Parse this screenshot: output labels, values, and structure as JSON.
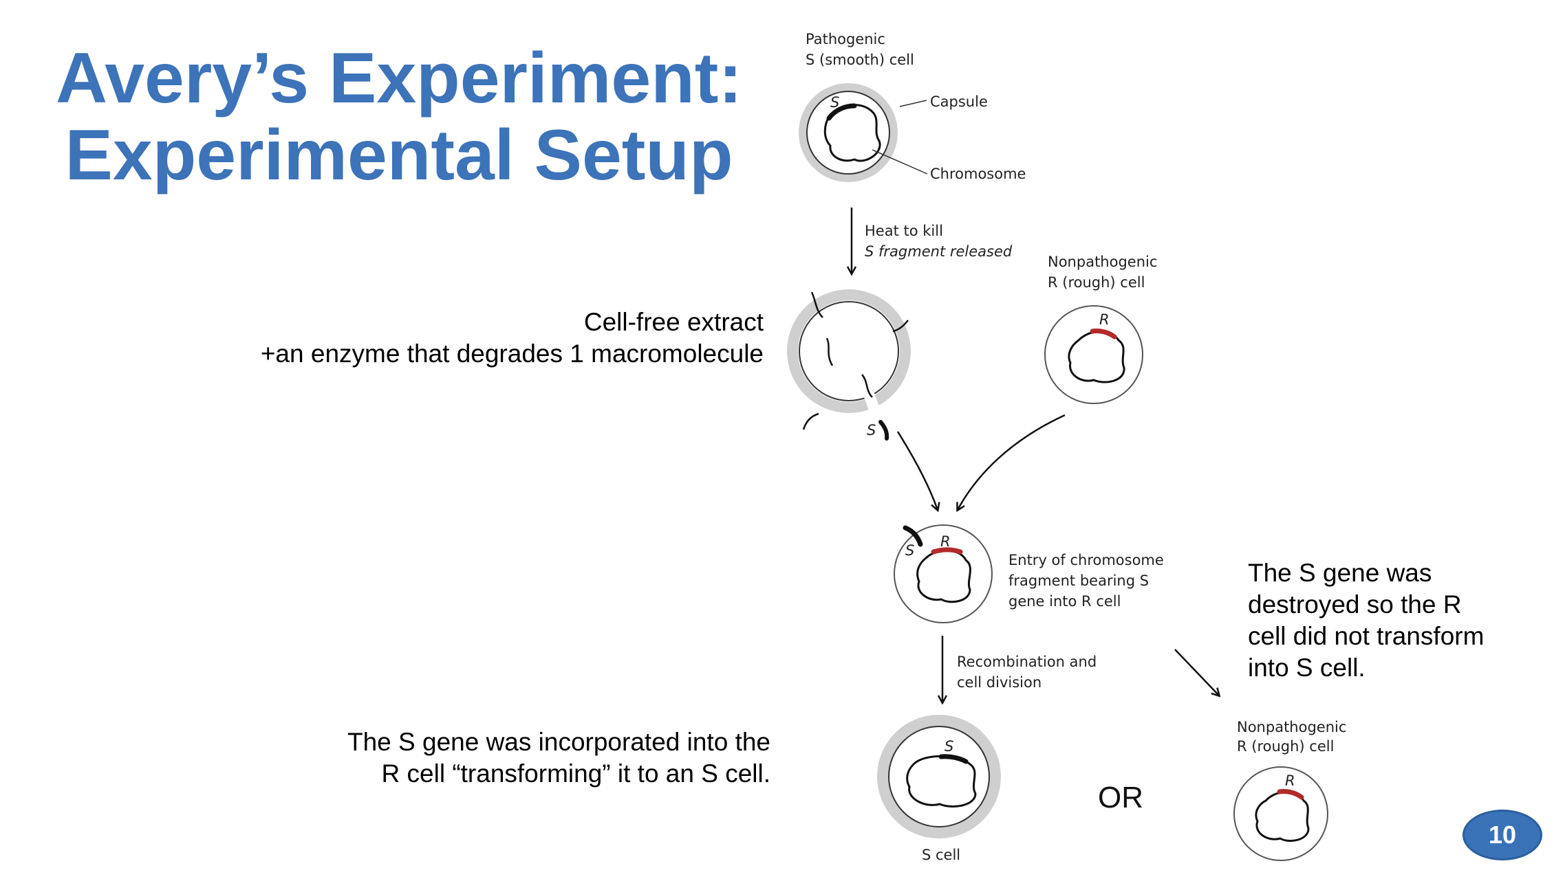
{
  "title": {
    "line1": "Avery’s Experiment:",
    "line2": "Experimental Setup"
  },
  "notes": {
    "extract_line1": "Cell-free extract",
    "extract_line2": "+an enzyme that degrades 1 macromolecule",
    "incorporated_line1": "The S gene was incorporated into the",
    "incorporated_line2": "R cell “transforming” it to an S cell.",
    "destroyed_line1": "The S gene was",
    "destroyed_line2": "destroyed so the R",
    "destroyed_line3": "cell did not transform",
    "destroyed_line4": "into S cell.",
    "or": "OR"
  },
  "diagram": {
    "pathogenic_line1": "Pathogenic",
    "pathogenic_line2": "S (smooth) cell",
    "capsule": "Capsule",
    "chromosome": "Chromosome",
    "heat_line1": "Heat to kill",
    "heat_line2": "S fragment released",
    "nonpath_line1": "Nonpathogenic",
    "nonpath_line2": "R (rough) cell",
    "entry_line1": "Entry of chromosome",
    "entry_line2": "fragment bearing S",
    "entry_line3": "gene into R cell",
    "recomb_line1": "Recombination and",
    "recomb_line2": "cell division",
    "s_cell": "S cell",
    "nonpath2_line1": "Nonpathogenic",
    "nonpath2_line2": "R (rough) cell",
    "gene_s": "S",
    "gene_r": "R"
  },
  "colors": {
    "title": "#3d73b8",
    "r_gene": "#b22a2a",
    "capsule": "#cfcfcf"
  },
  "page_number": "10"
}
